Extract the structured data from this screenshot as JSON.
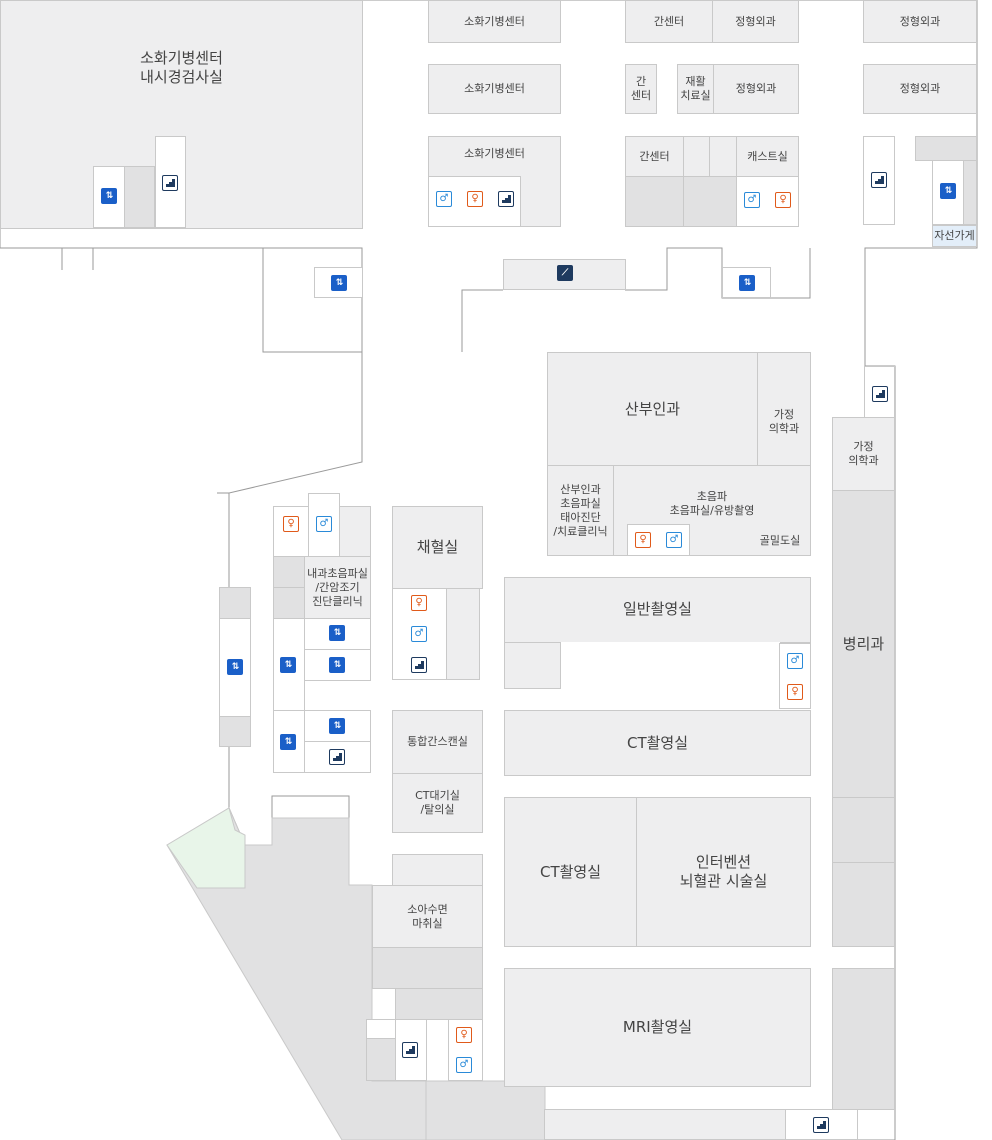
{
  "rooms": {
    "endoscopy": "소화기병센터\n내시경검사실",
    "gi1": "소화기병센터",
    "gi2": "소화기병센터",
    "gi3": "소화기병센터",
    "liver1": "간센터",
    "ortho1": "정형외과",
    "ortho2": "정형외과",
    "ortho3": "정형외과",
    "ortho4": "정형외과",
    "liver2": "간\n센터",
    "rehab": "재활\n치료실",
    "liver3": "간센터",
    "cast": "캐스트실",
    "charity": "자선가게",
    "obgyn": "산부인과",
    "family1": "가정\n의학과",
    "family2": "가정\n의학과",
    "obgyn_us": "산부인과\n초음파실\n태아진단\n/치료클리닉",
    "ultrasound": "초음파\n초음파실/유방촬영",
    "bone": "골밀도실",
    "blood": "채혈실",
    "im_us": "내과초음파실\n/간암조기\n진단클리닉",
    "general_xray": "일반촬영실",
    "pathology": "병리과",
    "ct1": "CT촬영실",
    "integrated_scan": "통합간스캔실",
    "ct_wait": "CT대기실\n/탈의실",
    "ct2": "CT촬영실",
    "intervention": "인터벤션\n뇌혈관 시술실",
    "pediatric": "소아수면\n마취실",
    "mri": "MRI촬영실"
  },
  "icons": {
    "elevator": "elevator-icon",
    "stairs": "stairs-icon",
    "restroom_women": "restroom-women-icon",
    "restroom_men": "restroom-men-icon",
    "escalator": "escalator-icon"
  },
  "colors": {
    "room_fill": "#eeeeef",
    "dark_fill": "#e1e1e2",
    "elevator": "#1a5fc8",
    "women": "#e05a1a",
    "men": "#2a8ad8",
    "stairs": "#1e3a5f"
  }
}
